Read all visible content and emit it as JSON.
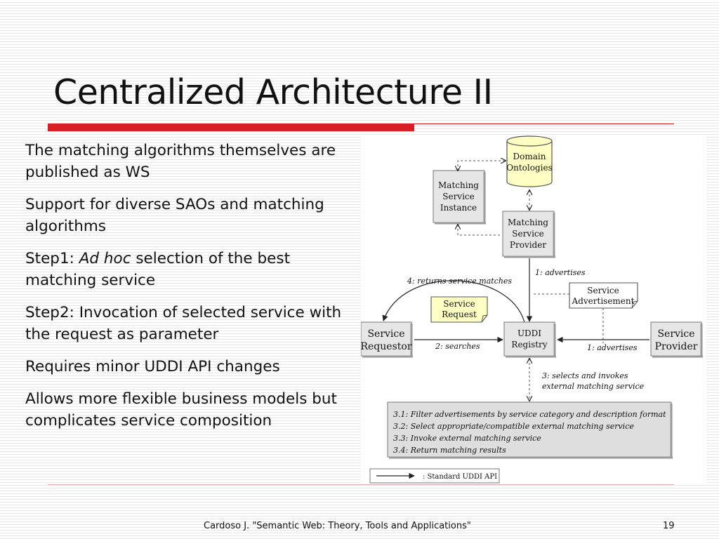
{
  "slide": {
    "title": "Centralized Architecture II",
    "bullets": [
      {
        "plain": "The matching algorithms themselves are published as WS"
      },
      {
        "plain": "Support for diverse SAOs and matching algorithms"
      },
      {
        "pre": "Step1: ",
        "italic": "Ad hoc",
        "post": " selection of the best matching service"
      },
      {
        "plain": "Step2: Invocation of selected service with the request as parameter"
      },
      {
        "plain": "Requires minor UDDI API changes"
      },
      {
        "plain": "Allows more flexible business models but complicates service composition"
      }
    ],
    "footer": "Cardoso J. \"Semantic Web: Theory, Tools and Applications\"",
    "page_number": "19",
    "accent_color": "#d81f26"
  },
  "diagram": {
    "domain_ontologies": [
      "Domain",
      "Ontologies"
    ],
    "matching_service_instance": [
      "Matching",
      "Service",
      "Instance"
    ],
    "matching_service_provider": [
      "Matching",
      "Service",
      "Provider"
    ],
    "service_request": [
      "Service",
      "Request"
    ],
    "service_advertisement": [
      "Service",
      "Advertisement"
    ],
    "service_requestor": [
      "Service",
      "Requestor"
    ],
    "uddi_registry": [
      "UDDI",
      "Registry"
    ],
    "service_provider": [
      "Service",
      "Provider"
    ],
    "edge_labels": {
      "advertises_top": "1: advertises",
      "returns_matches": "4: returns service matches",
      "searches": "2: searches",
      "advertises_right": "1: advertises",
      "selects_invokes": [
        "3: selects  and invokes",
        "external matching service"
      ]
    },
    "steps": [
      "3.1: Filter advertisements by service category and description format",
      "3.2: Select appropriate/compatible external matching service",
      "3.3: Invoke external matching service",
      "3.4: Return matching results"
    ],
    "legend": ": Standard UDDI API",
    "colors": {
      "box_fill": "#e6e6e6",
      "note_fill": "#ffffc4",
      "steps_fill": "#dedede"
    }
  }
}
